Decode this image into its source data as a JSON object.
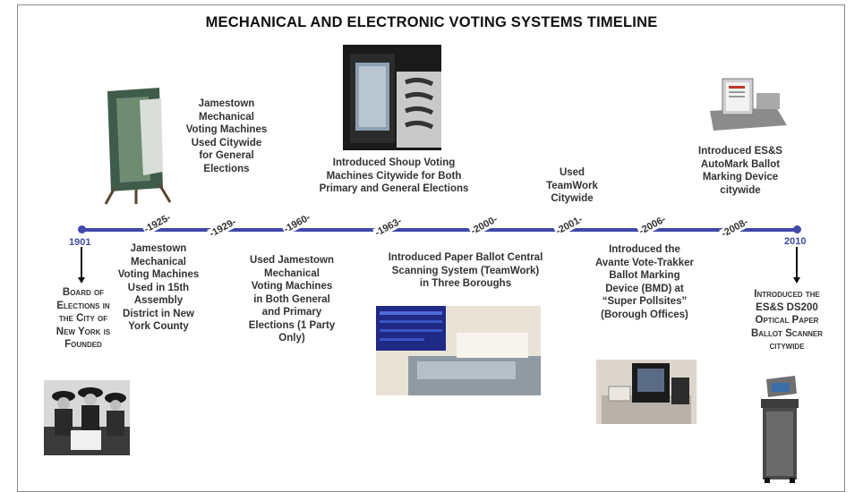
{
  "title": "MECHANICAL AND ELECTRONIC VOTING SYSTEMS TIMELINE",
  "colors": {
    "axis": "#3f48a8",
    "text": "#333333"
  },
  "timeline": {
    "start_year": "1901",
    "end_year": "2010",
    "markers": [
      "-1925-",
      "-1929-",
      "-1960-",
      "-1963-",
      "-2000-",
      "-2001-",
      "-2006-",
      "-2008-"
    ]
  },
  "events": {
    "e1901": "Board of Elections in the City of New York is Founded",
    "e1925": "Jamestown Mechanical Voting Machines Used in 15th Assembly District in New York County",
    "e1929": "Jamestown Mechanical Voting Machines Used Citywide for General Elections",
    "e1960": "Used Jamestown Mechanical Voting Machines in Both General and Primary Elections (1 Party Only)",
    "e1963": "Introduced Shoup Voting Machines Citywide for Both Primary and General Elections",
    "e2000": "Introduced Paper Ballot Central Scanning System (TeamWork) in Three Boroughs",
    "e2001": "Used TeamWork Citywide",
    "e2006": "Introduced the Avante Vote-Trakker Ballot Marking Device (BMD) at “Super Pollsites” (Borough Offices)",
    "e2008": "Introduced ES&S AutoMark Ballot Marking Device citywide",
    "e2010": "Introduced the ES&S DS200 Optical Paper Ballot Scanner citywide"
  }
}
